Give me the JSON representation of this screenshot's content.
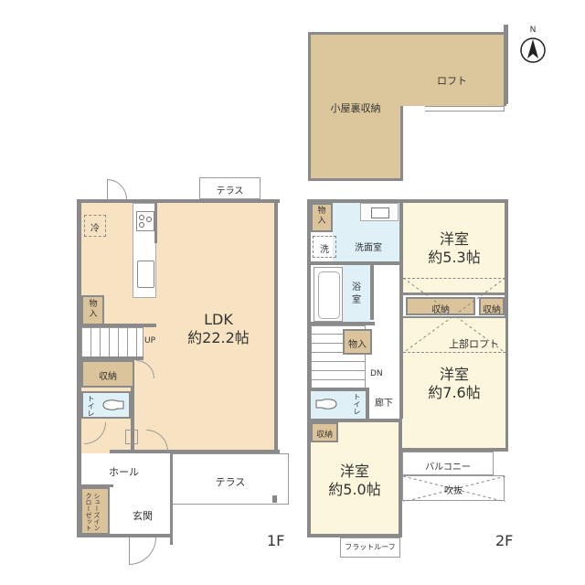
{
  "floor_1": {
    "label": "1F",
    "rooms": {
      "ldk": {
        "name": "LDK",
        "size": "約22.2帖"
      },
      "terrace_top": "テラス",
      "terrace_bottom": "テラス",
      "fridge": "冷",
      "pantry": "物入",
      "storage": "収納",
      "toilet": "トイレ",
      "hall": "ホール",
      "entrance": "玄関",
      "shoe_closet": "シューズインクローゼット",
      "stairs_up": "UP"
    }
  },
  "floor_2": {
    "label": "2F",
    "rooms": {
      "attic_storage": "小屋裏収納",
      "loft": "ロフト",
      "closet_top": "物入",
      "washer": "洗",
      "washroom": "洗面室",
      "bathroom": "浴室",
      "closet_mid": "物入",
      "stairs_down": "DN",
      "toilet": "トイレ",
      "corridor": "廊下",
      "storage_small": "収納",
      "western_room_1": {
        "name": "洋室",
        "size": "約5.3帖"
      },
      "storage_a": "収納",
      "storage_b": "収納",
      "upper_loft": "上部ロフト",
      "western_room_2": {
        "name": "洋室",
        "size": "約7.6帖"
      },
      "western_room_3": {
        "name": "洋室",
        "size": "約5.0帖"
      },
      "balcony": "バルコニー",
      "void": "吹抜",
      "flat_roof": "フラットルーフ"
    }
  },
  "compass": {
    "label": "N"
  },
  "colors": {
    "ldk": "#f7e3c2",
    "western_room": "#fbf6dc",
    "storage": "#dbc49b",
    "wet_area": "#dff0f7",
    "wall": "#8a8a8a"
  }
}
